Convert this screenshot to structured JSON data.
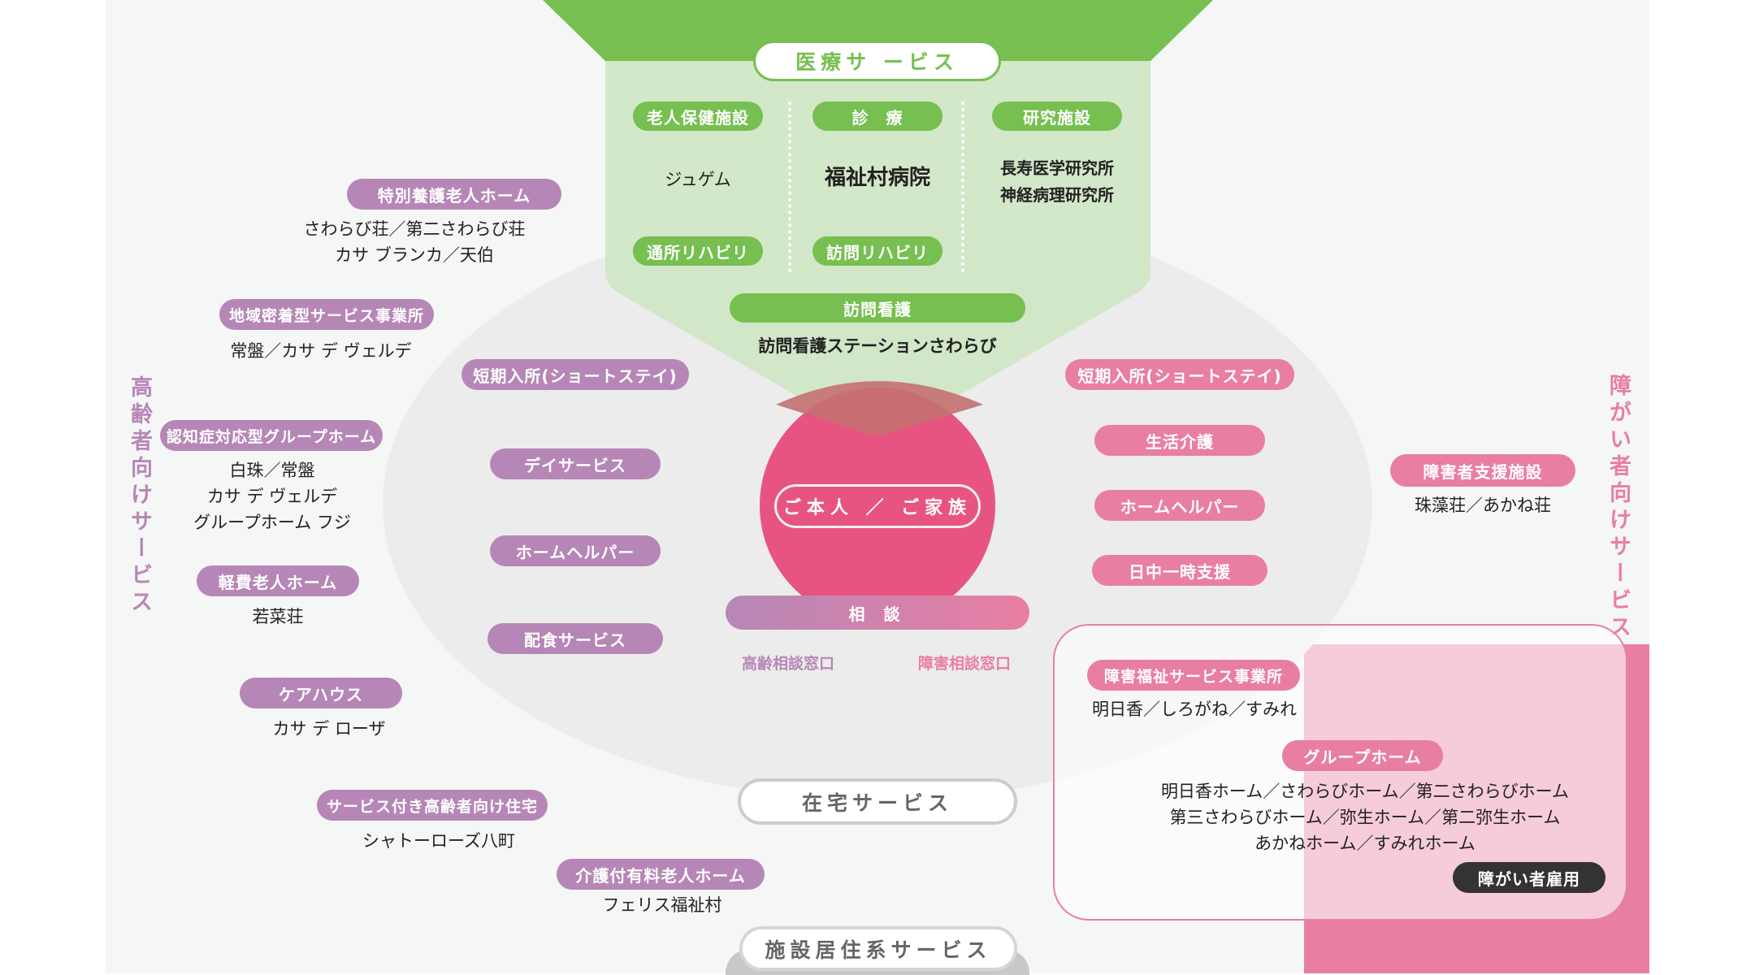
{
  "colors": {
    "green": "#76bf50",
    "green_light": "#cfe5c4",
    "purple": "#b687b6",
    "pink": "#e97ea3",
    "magenta": "#e85482",
    "dark": "#333333",
    "panel": "#f5f6f6",
    "ellipse": "#ececec"
  },
  "medical": {
    "title": "医療サ ービス",
    "columns": [
      {
        "label": "老人保健施設",
        "items": [
          "ジュゲム"
        ],
        "sub_label": "通所リハビリ"
      },
      {
        "label": "診　療",
        "items": [
          "福祉村病院"
        ],
        "sub_label": "訪問リハビリ"
      },
      {
        "label": "研究施設",
        "items": [
          "長寿医学研究所",
          "神経病理研究所"
        ]
      }
    ],
    "nursing": {
      "label": "訪問看護",
      "item": "訪問看護ステーションさわらび"
    }
  },
  "center": {
    "label": "ご本人 ／ ご家族",
    "consult": "相 談",
    "consult_elderly": "高齢相談窓口",
    "consult_disabled": "障害相談窓口"
  },
  "side_labels": {
    "elderly": "高齢者向けサービス",
    "disabled": "障がい者向けサービス"
  },
  "home_service": {
    "title": "在宅サービス",
    "elderly": [
      "短期入所(ショートステイ)",
      "デイサービス",
      "ホームヘルパー",
      "配食サービス"
    ],
    "disabled": [
      "短期入所(ショートステイ)",
      "生活介護",
      "ホームヘルパー",
      "日中一時支援"
    ]
  },
  "facility_service": {
    "title": "施設居住系サービス"
  },
  "elderly_facilities": [
    {
      "label": "特別養護老人ホーム",
      "lines": [
        "さわらび荘／第二さわらび荘",
        "カサ ブランカ／天伯"
      ]
    },
    {
      "label": "地域密着型サービス事業所",
      "lines": [
        "常盤／カサ デ ヴェルデ"
      ]
    },
    {
      "label": "認知症対応型グループホーム",
      "lines": [
        "白珠／常盤",
        "カサ デ ヴェルデ",
        "グループホーム フジ"
      ]
    },
    {
      "label": "軽費老人ホーム",
      "lines": [
        "若菜荘"
      ]
    },
    {
      "label": "ケアハウス",
      "lines": [
        "カサ デ ローザ"
      ]
    },
    {
      "label": "サービス付き高齢者向け住宅",
      "lines": [
        "シャトーローズ八町"
      ]
    },
    {
      "label": "介護付有料老人ホーム",
      "lines": [
        "フェリス福祉村"
      ]
    }
  ],
  "disabled_facilities": [
    {
      "label": "障害者支援施設",
      "lines": [
        "珠藻荘／あかね荘"
      ]
    },
    {
      "label": "障害福祉サービス事業所",
      "lines": [
        "明日香／しろがね／すみれ"
      ]
    },
    {
      "label": "グループホーム",
      "lines": [
        "明日香ホーム／さわらびホーム／第二さわらびホーム",
        "第三さわらびホーム／弥生ホーム／第二弥生ホーム",
        "あかねホーム／すみれホーム"
      ]
    }
  ],
  "employment": {
    "label": "障がい者雇用"
  }
}
